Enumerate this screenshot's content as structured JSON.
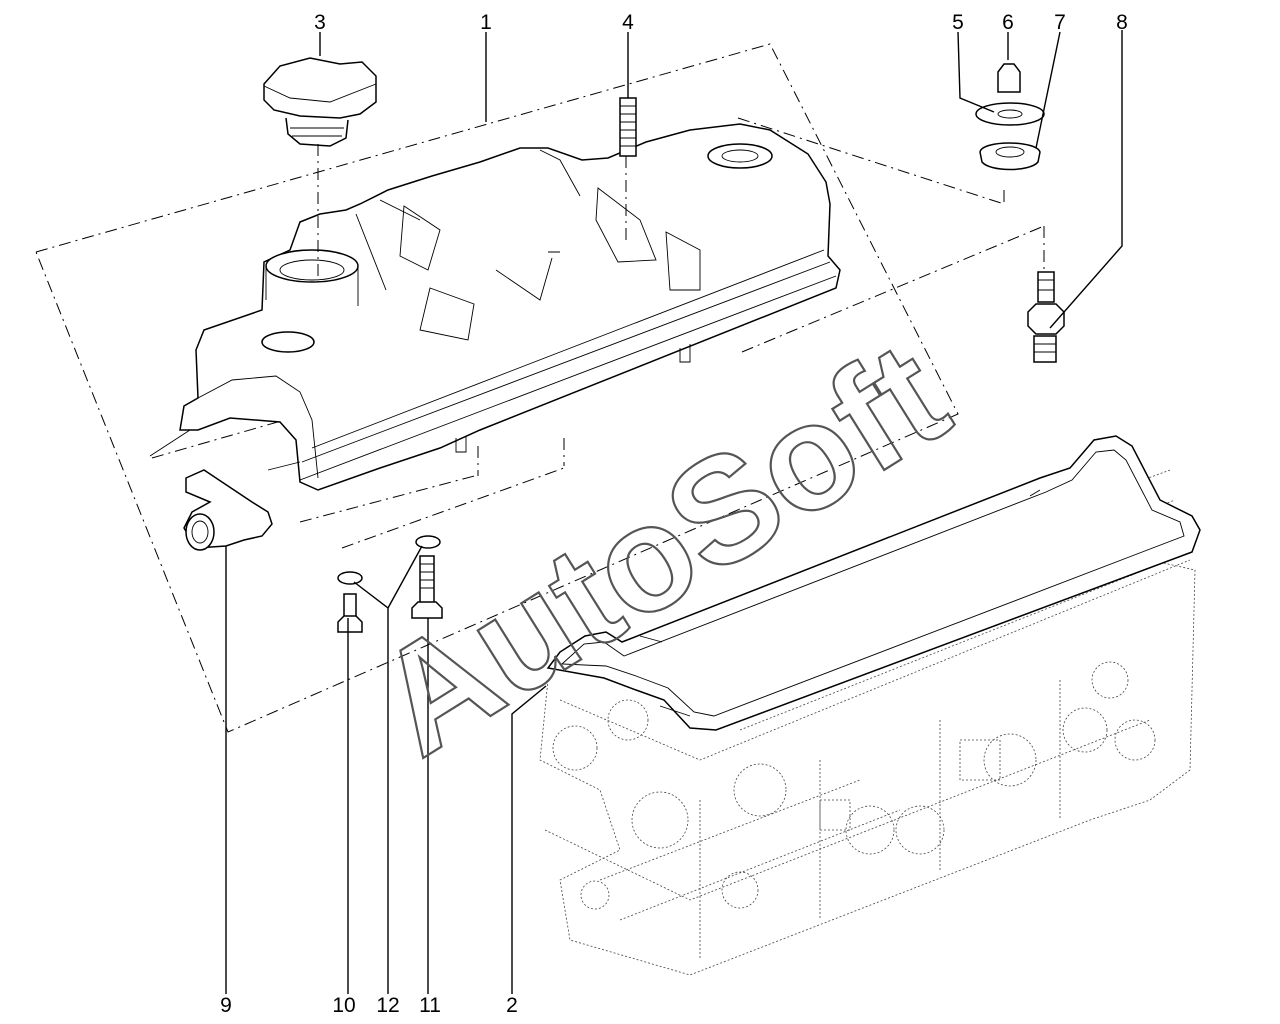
{
  "watermark": "AutoSoft",
  "callouts": {
    "c1": "1",
    "c2": "2",
    "c3": "3",
    "c4": "4",
    "c5": "5",
    "c6": "6",
    "c7": "7",
    "c8": "8",
    "c9": "9",
    "c10": "10",
    "c11": "11",
    "c12": "12"
  },
  "parts": [
    "cover",
    "gasket",
    "filler-cap",
    "stud",
    "washer",
    "nut",
    "grommet",
    "stud",
    "hose-elbow",
    "screw",
    "screw",
    "washer"
  ]
}
